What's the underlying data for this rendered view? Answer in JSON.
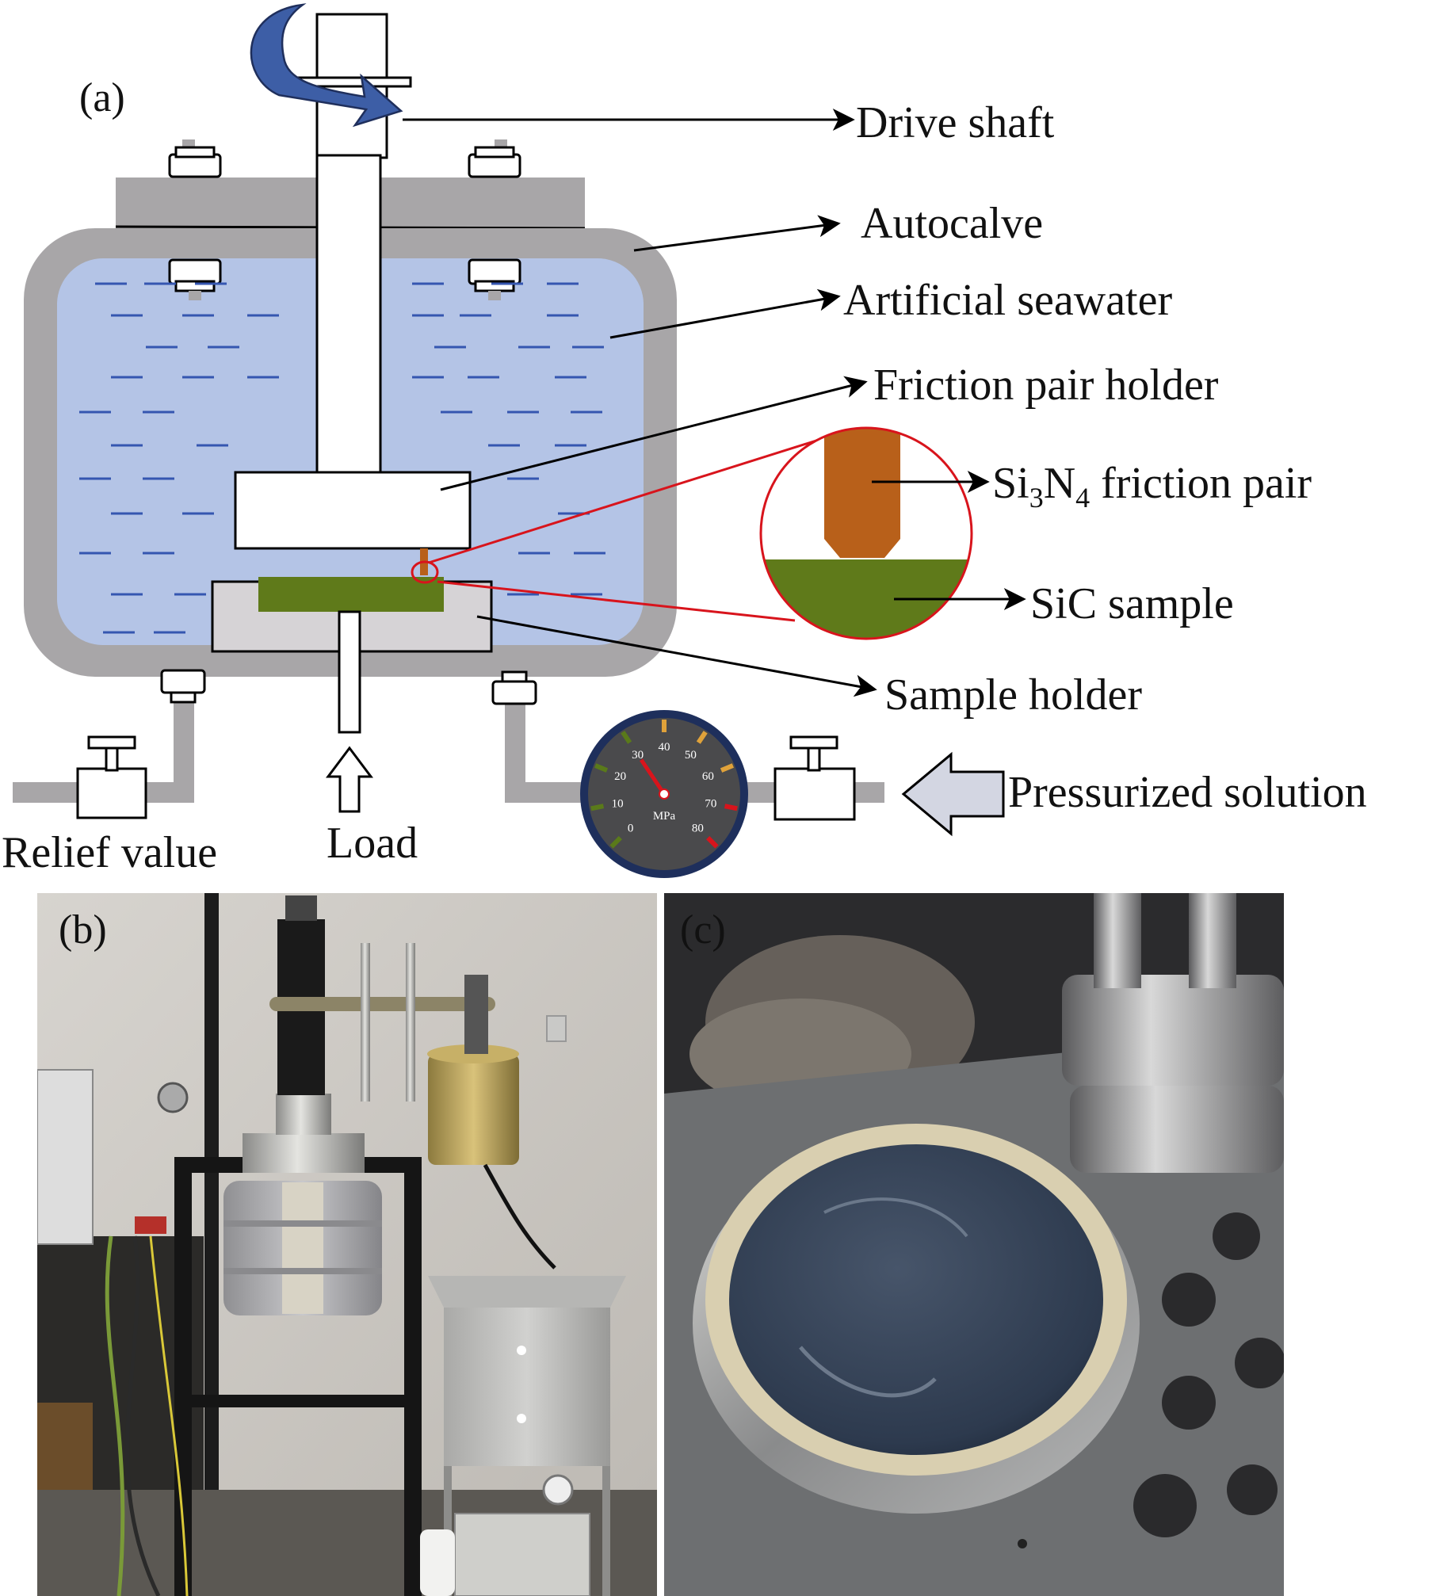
{
  "panels": {
    "a": "(a)",
    "b": "(b)",
    "c": "(c)"
  },
  "labels": {
    "drive_shaft": "Drive shaft",
    "autoclave": "Autocalve",
    "seawater": "Artificial seawater",
    "friction_holder": "Friction pair holder",
    "si3n4_a": "Si",
    "si3n4_sub1": "3",
    "si3n4_b": "N",
    "si3n4_sub2": "4",
    "si3n4_c": " friction pair",
    "sic": "SiC sample",
    "sample_holder": "Sample holder",
    "relief": "Relief value",
    "load": "Load",
    "pressurized": "Pressurized solution"
  },
  "gauge": {
    "ticks": [
      "0",
      "10",
      "20",
      "30",
      "40",
      "50",
      "60",
      "70",
      "80"
    ],
    "unit": "MPa",
    "reading": 30
  },
  "colors": {
    "vessel_gray": "#a8a6a8",
    "seawater": "#b4c4e6",
    "wave": "#3556b0",
    "friction_pair": "#b8601a",
    "sic_sample": "#5f7a1a",
    "holder": "#d6d3d6",
    "arrow_blue": "#3d5ea6",
    "zoom_red": "#d8141c",
    "gauge_face": "#4a4a4c",
    "gauge_rim": "#1e2f5c",
    "pressure_arrow": "#d3d6e2"
  }
}
